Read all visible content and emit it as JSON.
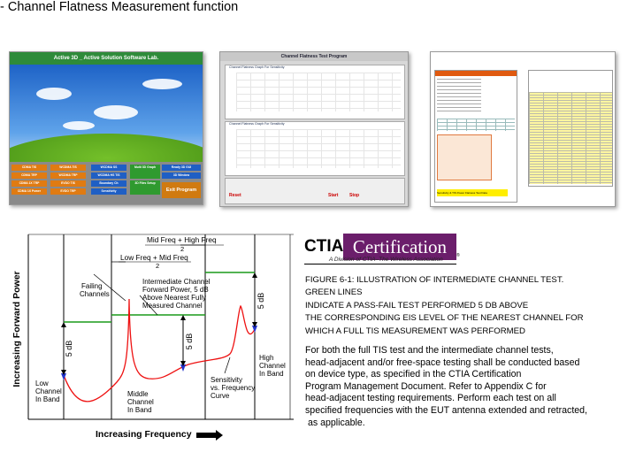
{
  "slide": {
    "title": "- Channel Flatness Measurement function"
  },
  "thumbnail1": {
    "title_bar": "Active 3D _ Active Solution Software Lab.",
    "buttons": [
      "CDMA TIS",
      "CDMA TRP",
      "CDMA 1X TRP",
      "CDMA 1X Power",
      "WCDMA TIS",
      "WCDMA TRP",
      "EVDO TIS",
      "EVDO TRP",
      "WCDMA SS",
      "WCDMA HS TIS",
      "Boundary Ch",
      "Sensitivity",
      "Multi 3D Graph",
      "3D Files Setup",
      "Ready 3D GUI",
      "3D Window",
      "Exit Program"
    ],
    "exit_label": "Exit Program"
  },
  "thumbnail2": {
    "title": "Channel Flatness Test Program",
    "chart_labels": [
      "Channel Flatness Graph For Sensitivity",
      "Channel Flatness Graph For Sensitivity"
    ],
    "buttons": [
      "Reset",
      "Start",
      "Stop"
    ]
  },
  "thumbnail3": {
    "footer_label": "Sensitivity & TIS Power Flatness Test Data"
  },
  "diagram": {
    "y_axis_label": "Increasing Forward Power",
    "x_axis_label": "Increasing Frequency",
    "top_formula_1": "Mid Freq + High Freq",
    "top_formula_1_den": "2",
    "top_formula_2": "Low Freq + Mid Freq",
    "top_formula_2_den": "2",
    "failing_channels": "Failing\nChannels",
    "intermediate_label": "Intermediate Channel\nForward Power, 5 dB\nAbove Nearest Fully\nMeasured Channel",
    "db_left": "5 dB",
    "db_mid": "5 dB",
    "db_right": "5 dB",
    "low_channel": "Low\nChannel\nIn Band",
    "middle_channel": "Middle\nChannel\nIn Band",
    "sensitivity_curve": "Sensitivity\nvs. Frequency\nCurve",
    "high_channel": "High\nChannel\nIn Band"
  },
  "logo": {
    "ctia": "CTIA",
    "certification": "Certification",
    "subtitle": "A Division of CTIA–The Wireless Association",
    "trademark": "®"
  },
  "caption": {
    "lines": [
      "FIGURE 6-1: ILLUSTRATION OF INTERMEDIATE CHANNEL TEST.",
      "GREEN LINES",
      "INDICATE A PASS-FAIL TEST PERFORMED 5 DB ABOVE",
      "THE CORRESPONDING EIS LEVEL OF THE NEAREST CHANNEL FOR",
      "WHICH A FULL TIS MEASUREMENT WAS PERFORMED"
    ]
  },
  "body": {
    "lines": [
      "For both the full TIS test and the intermediate channel tests,",
      "head-adjacent and/or free-space testing shall be conducted based",
      "on device type, as specified in the CTIA Certification",
      "Program Management Document. Refer to Appendix C for",
      "head-adjacent testing requirements. Perform each test on all",
      "specified frequencies with the EUT antenna extended and retracted,",
      " as applicable."
    ]
  },
  "colors": {
    "green_line": "#1a9a1a",
    "curve_red": "#ee1111",
    "logo_purple": "#6b1e6b",
    "marker_blue": "#2233cc"
  }
}
